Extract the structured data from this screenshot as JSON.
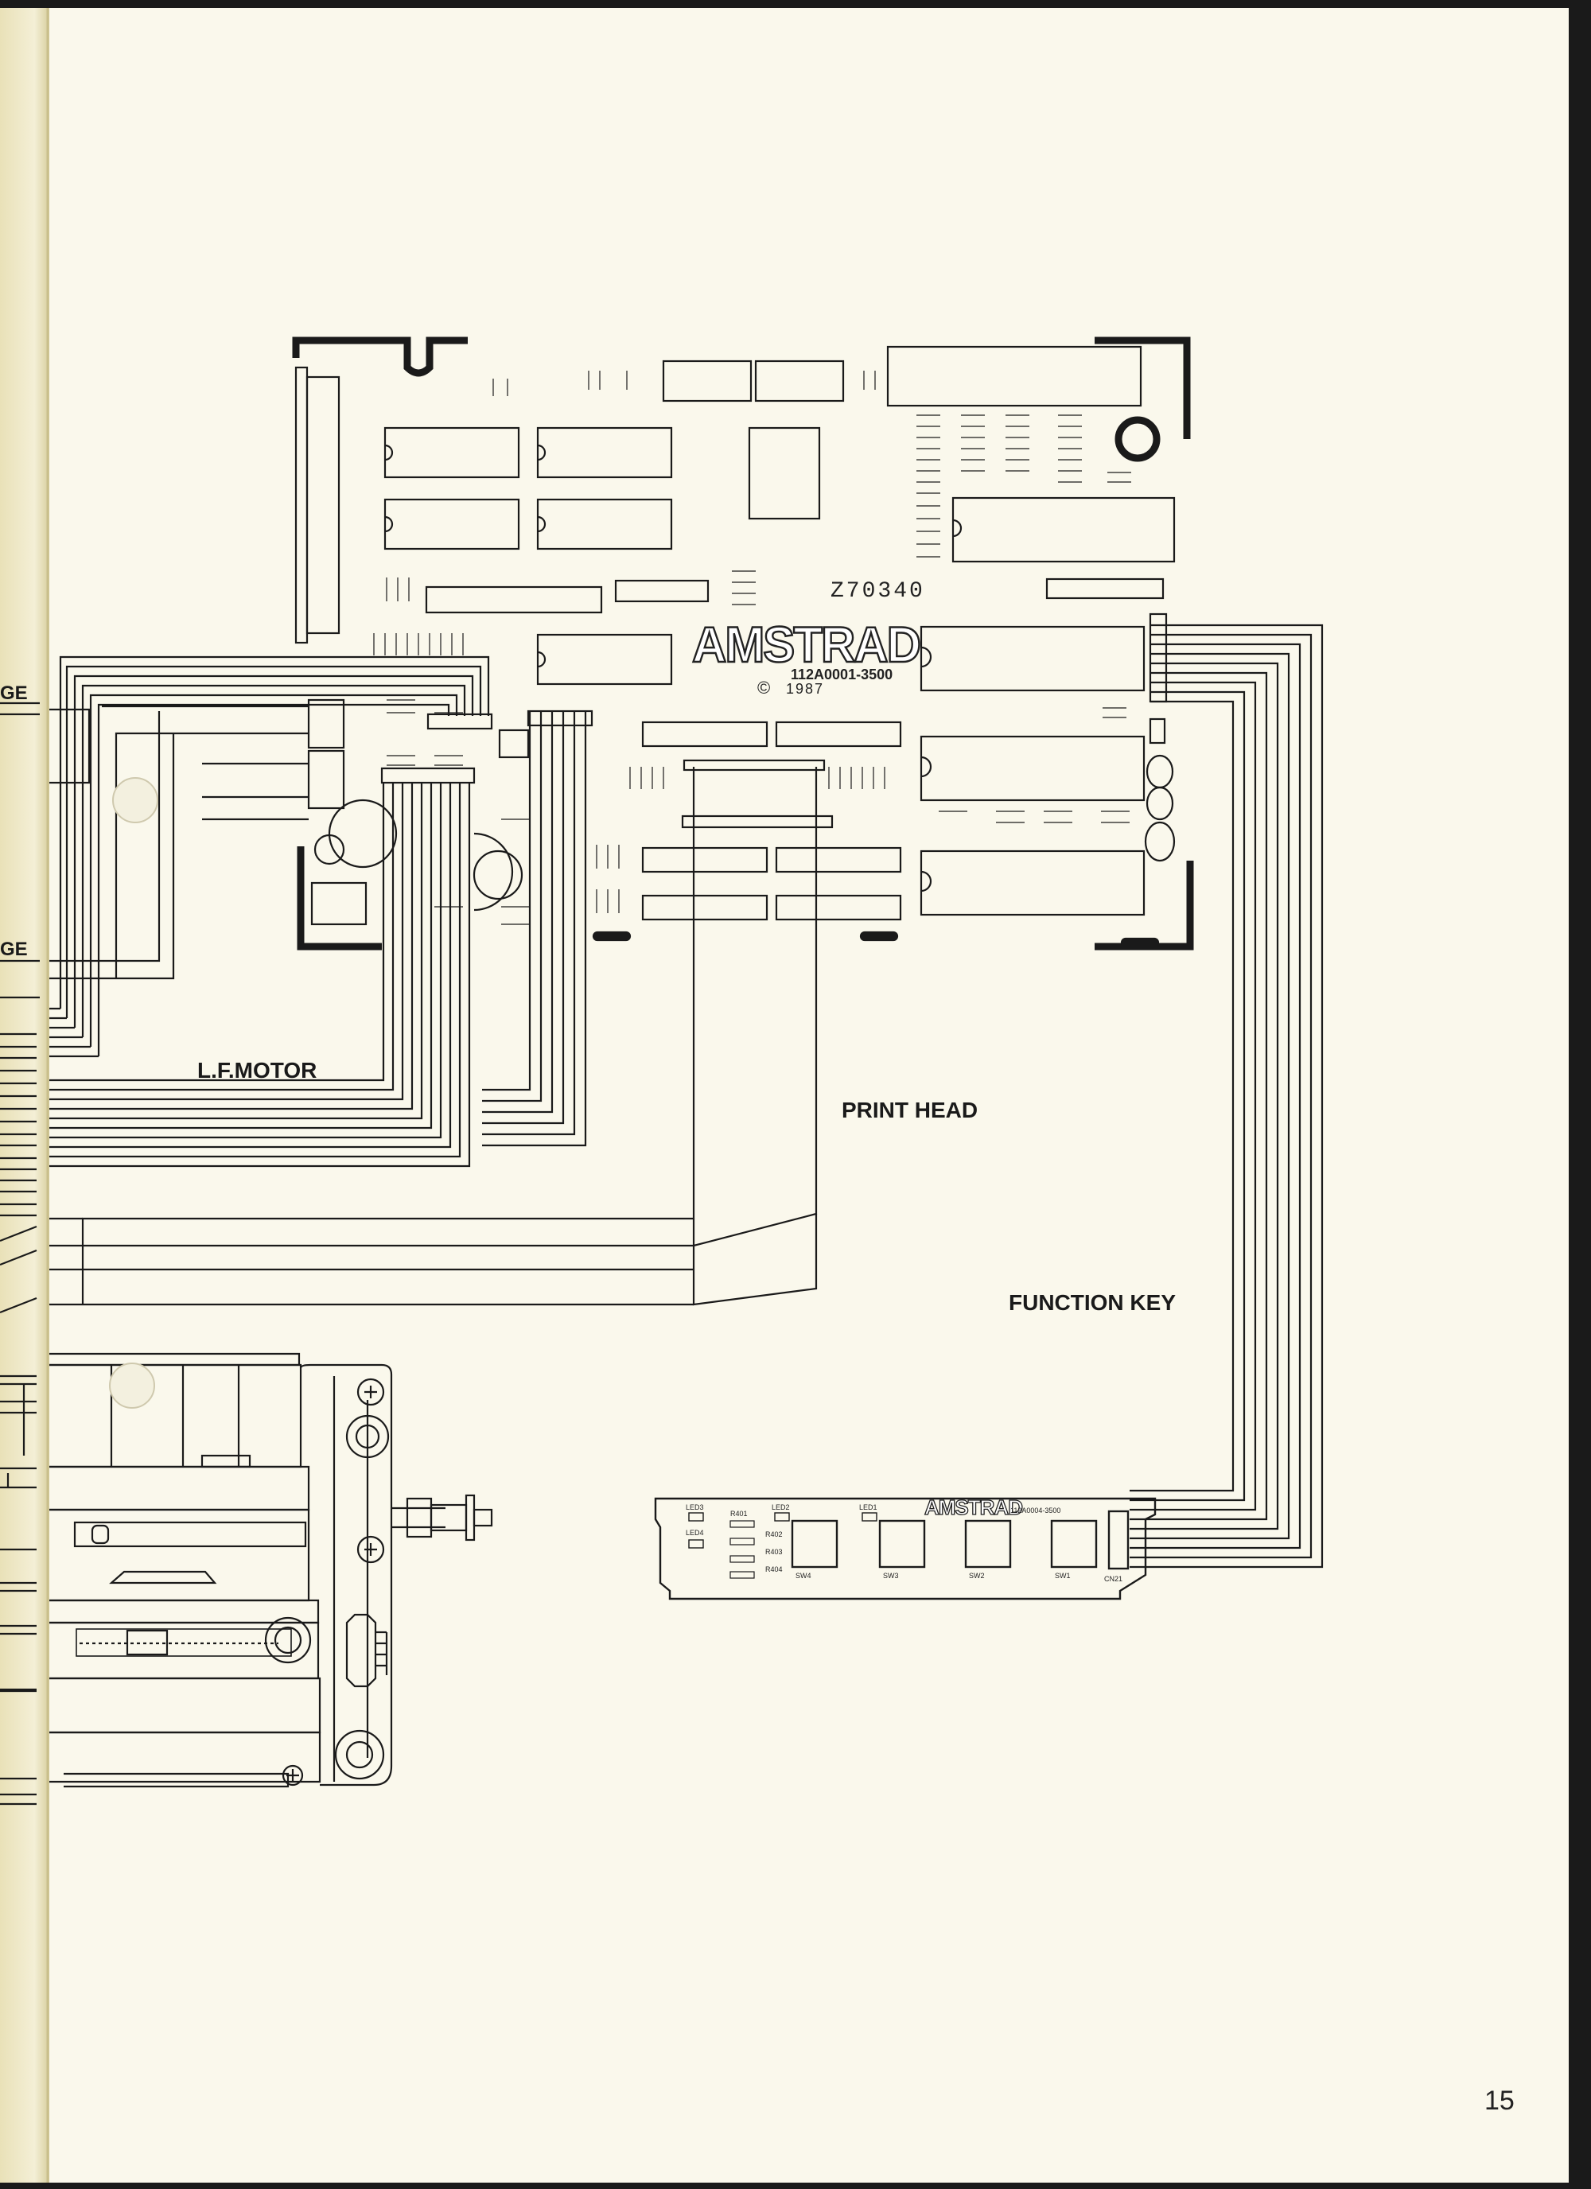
{
  "page": {
    "number": "15",
    "edge_fragment_1": "GE",
    "edge_fragment_2": "GE"
  },
  "main_board": {
    "brand": "AMSTRAD",
    "part_number": "112A0001-3500",
    "copyright": "©",
    "year": "1987",
    "board_code": "Z70340"
  },
  "labels": {
    "lf_motor": "L.F.MOTOR",
    "print_head": "PRINT HEAD",
    "function_key": "FUNCTION KEY"
  },
  "function_key_board": {
    "brand": "AMSTRAD",
    "part_number": "112A0004-3500",
    "switches": [
      "SW4",
      "SW3",
      "SW2",
      "SW1"
    ],
    "connector": "CN21",
    "leds": [
      "LED3",
      "LED4",
      "LED2",
      "LED1"
    ],
    "resistors": [
      "R401",
      "R402",
      "R403",
      "R404"
    ]
  },
  "colors": {
    "paper": "#faf8ec",
    "ink": "#1a1a1a",
    "spine": "#efe9c8"
  }
}
